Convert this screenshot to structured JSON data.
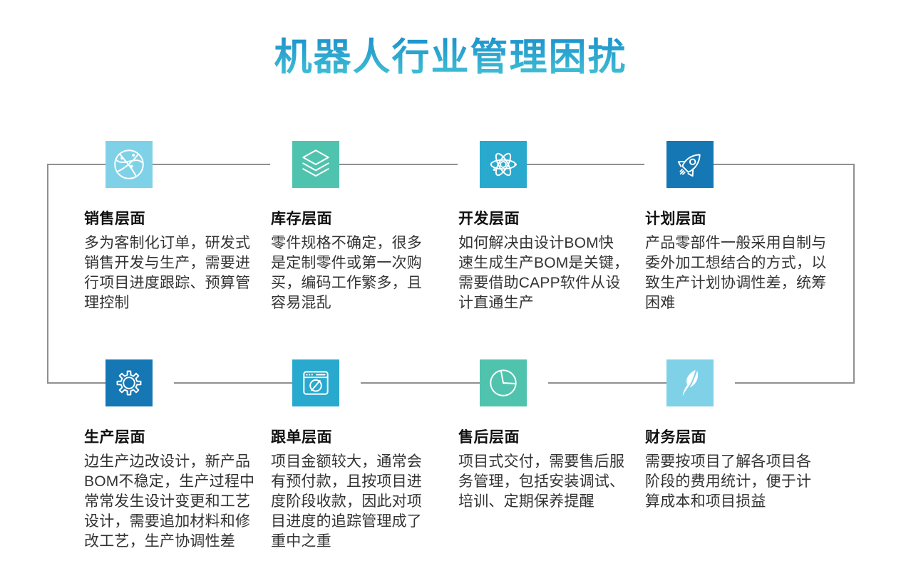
{
  "title": "机器人行业管理困扰",
  "colors": {
    "lightblue": "#7fd1e7",
    "teal": "#50c3ae",
    "cyan": "#29a9ce",
    "darkblue": "#1577b4",
    "line": "#909090",
    "title_gradient_top": "#1487c9",
    "title_gradient_bottom": "#45c5d6"
  },
  "cards": [
    {
      "icon": "globe-network-icon",
      "color_key": "lightblue",
      "heading": "销售层面",
      "body_lines": [
        "多为客制化订单，研发式",
        "销售开发与生产，需要进",
        "行项目进度跟踪、预算管",
        "理控制"
      ]
    },
    {
      "icon": "layers-icon",
      "color_key": "teal",
      "heading": "库存层面",
      "body_lines": [
        "零件规格不确定，很多",
        "是定制零件或第一次购",
        "买，编码工作繁多，且",
        "容易混乱"
      ]
    },
    {
      "icon": "atom-icon",
      "color_key": "cyan",
      "heading": "开发层面",
      "body_lines": [
        "如何解决由设计BOM快",
        "速生成生产BOM是关键，",
        "需要借助CAPP软件从设",
        "计直通生产"
      ]
    },
    {
      "icon": "rocket-icon",
      "color_key": "darkblue",
      "heading": "计划层面",
      "body_lines": [
        "产品零部件一般采用自制与",
        "委外加工想结合的方式，以",
        "致生产计划协调性差，统筹",
        "困难"
      ]
    },
    {
      "icon": "gear-icon",
      "color_key": "darkblue",
      "heading": "生产层面",
      "body_lines": [
        "边生产边改设计，新产品",
        "BOM不稳定，生产过程中",
        "常常发生设计变更和工艺",
        "设计，需要追加材料和修",
        "改工艺，生产协调性差"
      ]
    },
    {
      "icon": "browser-compass-icon",
      "color_key": "cyan",
      "heading": "跟单层面",
      "body_lines": [
        "项目金额较大，通常会",
        "有预付款，且按项目进",
        "度阶段收款，因此对项",
        "目进度的追踪管理成了",
        "重中之重"
      ]
    },
    {
      "icon": "pie-chart-icon",
      "color_key": "teal",
      "heading": "售后层面",
      "body_lines": [
        "项目式交付，需要售后服",
        "务管理，包括安装调试、",
        "培训、定期保养提醒"
      ]
    },
    {
      "icon": "feather-icon",
      "color_key": "lightblue",
      "heading": "财务层面",
      "body_lines": [
        "需要按项目了解各项目各",
        "阶段的费用统计，便于计",
        "算成本和项目损益"
      ]
    }
  ]
}
